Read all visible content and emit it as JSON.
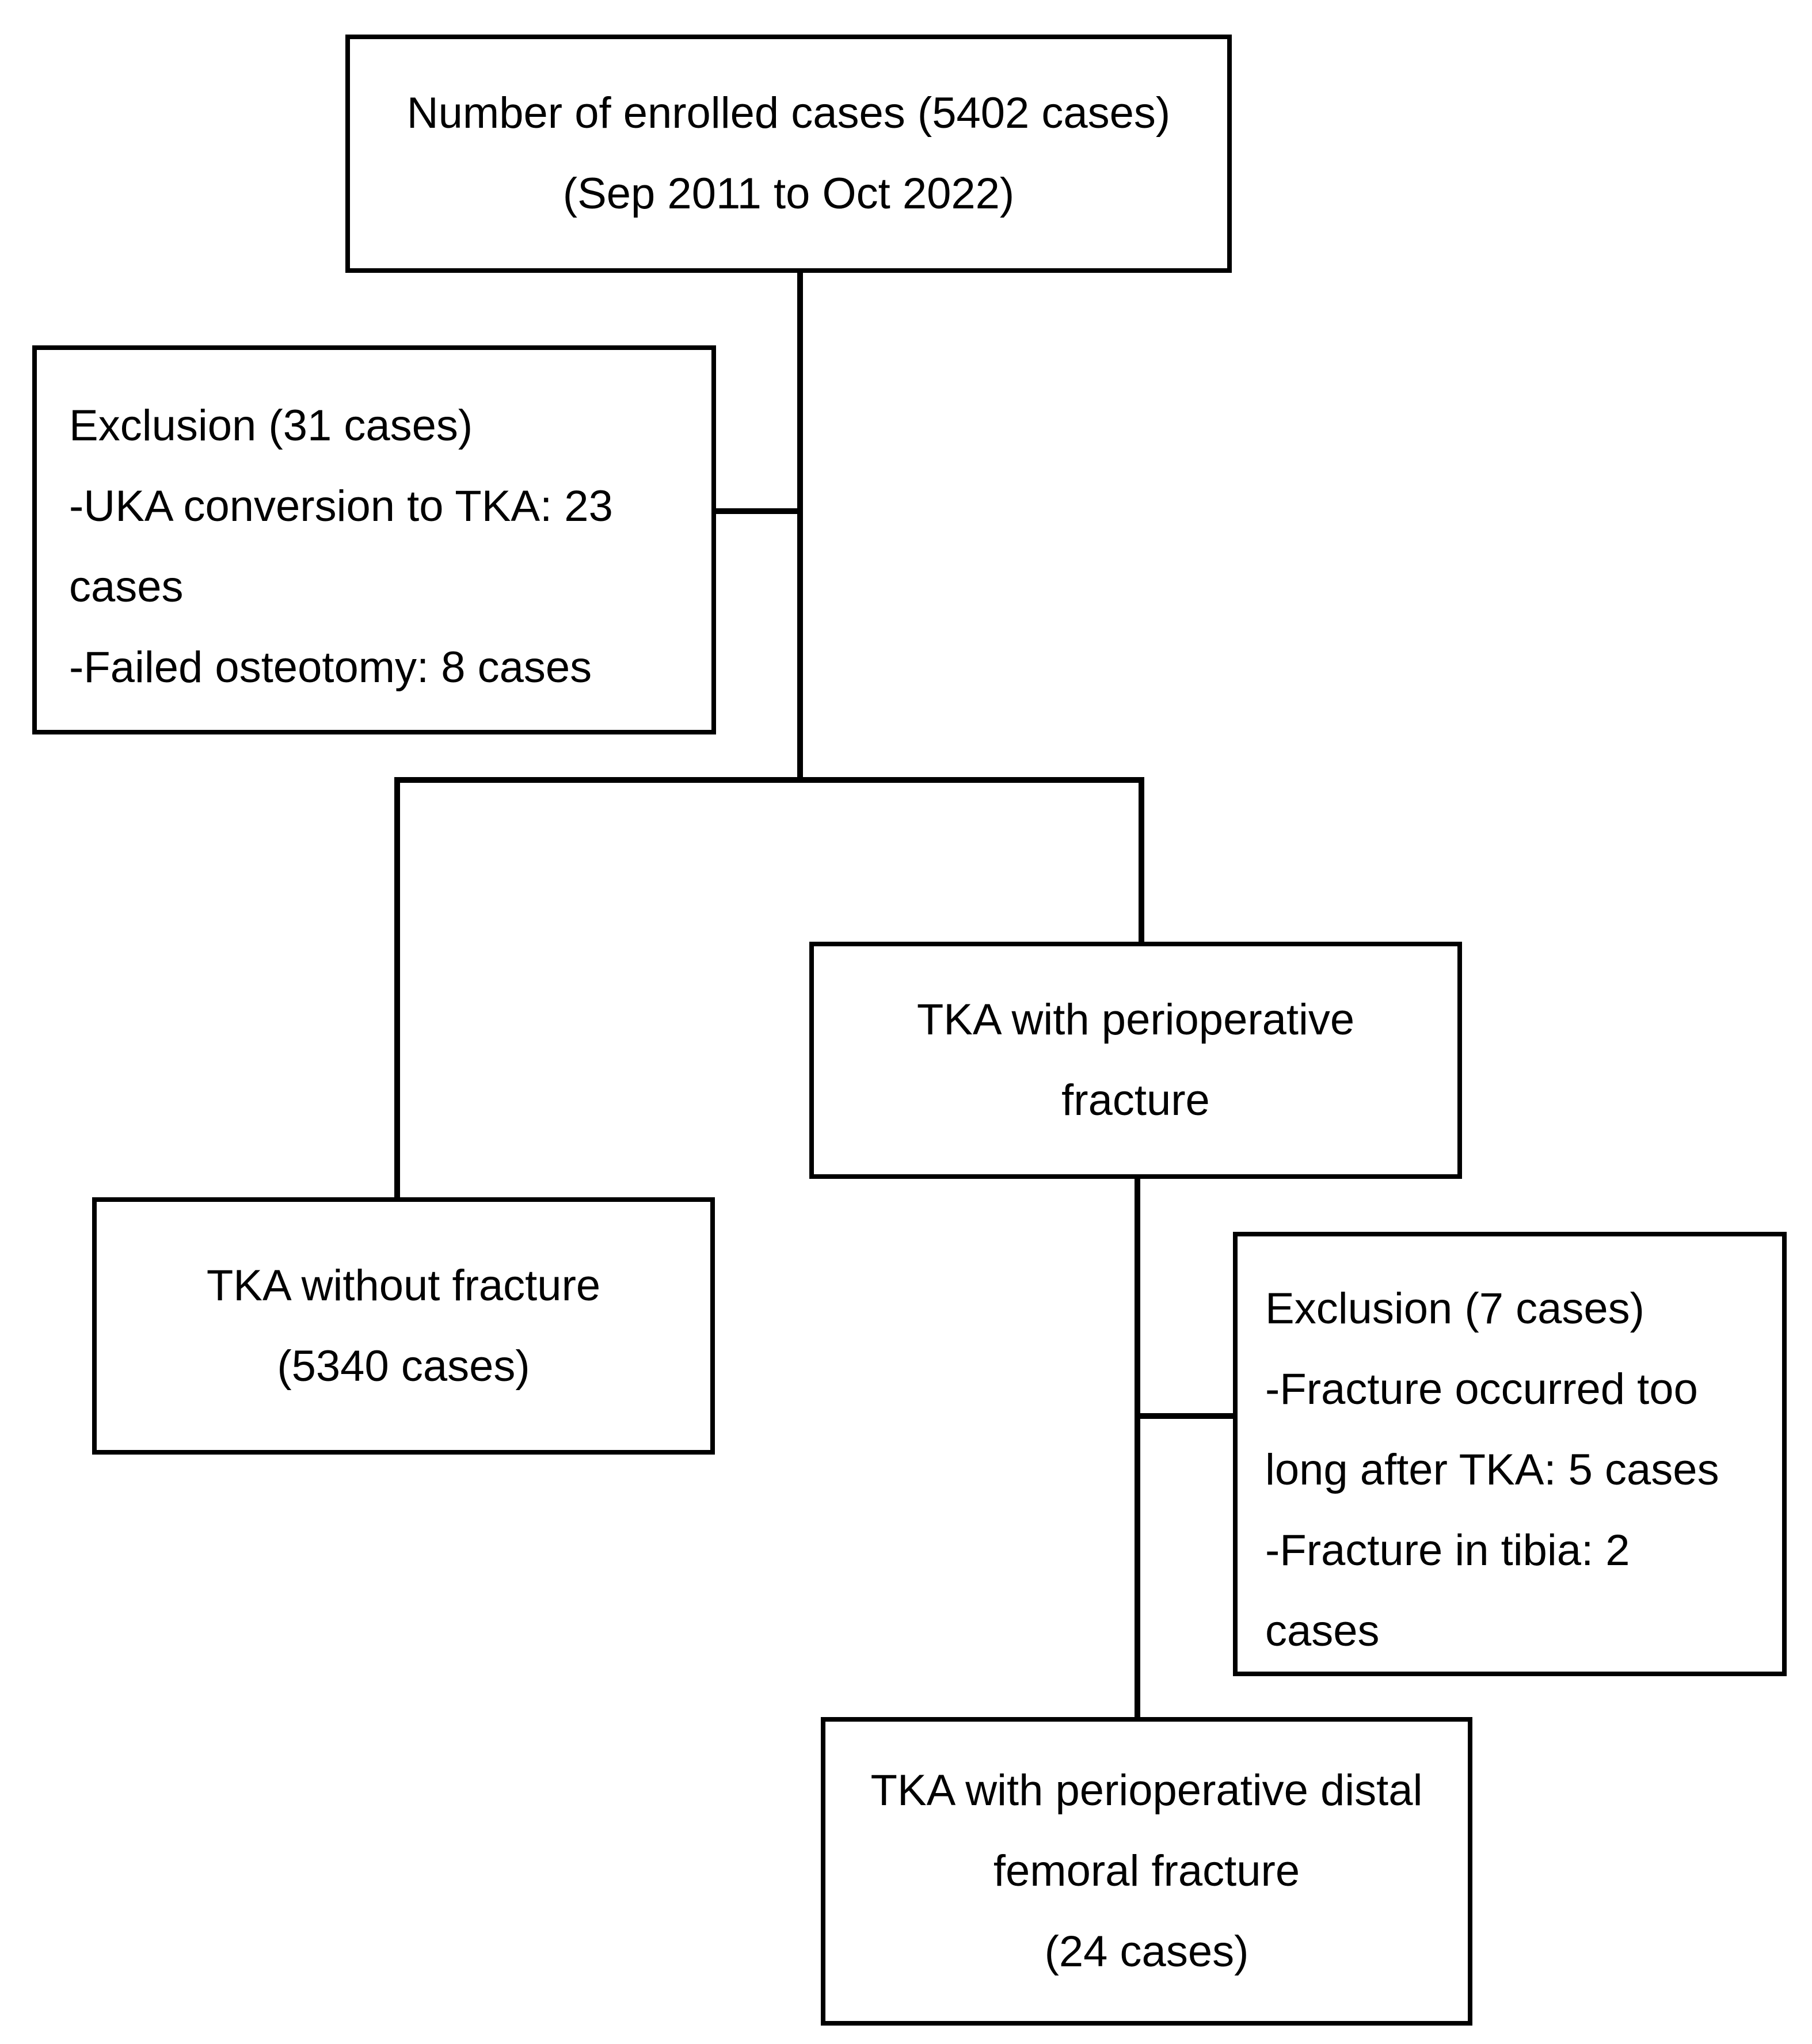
{
  "colors": {
    "background": "#ffffff",
    "line": "#000000",
    "text": "#000000"
  },
  "boxes": {
    "enrolled": {
      "lines": [
        "Number of enrolled cases (5402 cases)",
        "(Sep 2011 to Oct 2022)"
      ]
    },
    "exclusion_initial": {
      "lines": [
        "Exclusion (31 cases)",
        "-UKA conversion to TKA: 23",
        "cases",
        "-Failed osteotomy: 8 cases"
      ]
    },
    "tka_with_fracture": {
      "lines": [
        "TKA with perioperative",
        "fracture"
      ]
    },
    "tka_without_fracture": {
      "lines": [
        "TKA without fracture",
        "(5340 cases)"
      ]
    },
    "exclusion_fracture": {
      "lines": [
        "Exclusion (7 cases)",
        "-Fracture occurred too",
        "long after TKA: 5 cases",
        "-Fracture in tibia: 2",
        "cases"
      ]
    },
    "tka_distal_femoral_fracture": {
      "lines": [
        "TKA with perioperative distal",
        "femoral fracture",
        "(24 cases)"
      ]
    }
  }
}
